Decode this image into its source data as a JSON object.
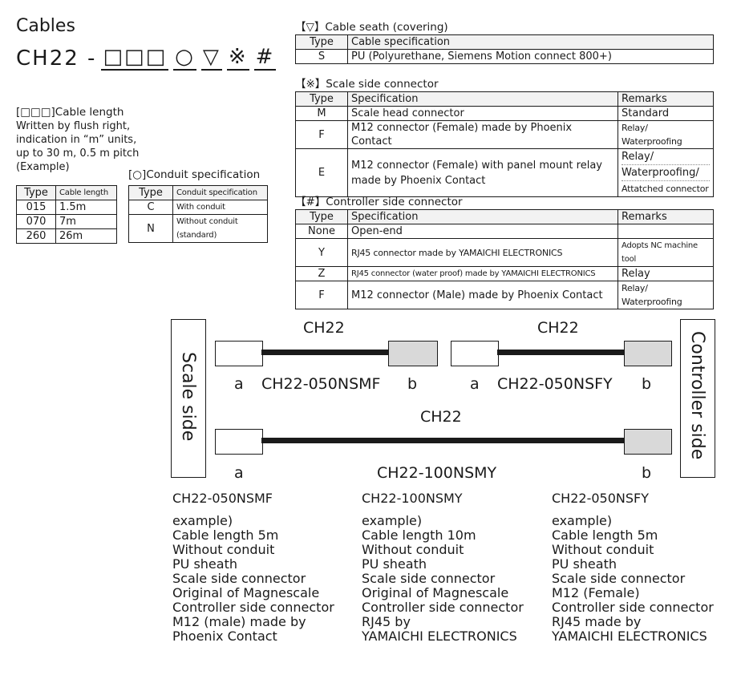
{
  "header": {
    "title": "Cables",
    "code_prefix": "CH22 -",
    "code_slots": [
      "□□□",
      "○",
      "▽",
      "※",
      "#"
    ]
  },
  "length_note": {
    "heading": "[□□□]Cable length",
    "lines": [
      "Written by flush right,",
      "indication in “m” units,",
      "up to 30 m, 0.5 m pitch",
      "(Example)"
    ]
  },
  "length_table": {
    "headers": [
      "Type",
      "Cable length"
    ],
    "rows": [
      [
        "015",
        "1.5m"
      ],
      [
        "070",
        "7m"
      ],
      [
        "260",
        "26m"
      ]
    ]
  },
  "conduit": {
    "heading": "[○]Conduit specification",
    "headers": [
      "Type",
      "Conduit specification"
    ],
    "rows": [
      [
        "C",
        "With conduit"
      ],
      [
        "N",
        "Without conduit (standard)"
      ]
    ]
  },
  "seath": {
    "heading": "【▽】Cable seath (covering)",
    "headers": [
      "Type",
      "Cable specification"
    ],
    "rows": [
      [
        "S",
        "PU (Polyurethane, Siemens Motion connect 800+)"
      ]
    ]
  },
  "scale_connector": {
    "heading": "【※】Scale side connector",
    "headers": [
      "Type",
      "Specification",
      "Remarks"
    ],
    "rows": [
      {
        "type": "M",
        "spec": "Scale head connector",
        "remarks": [
          "Standard"
        ]
      },
      {
        "type": "F",
        "spec": "M12 connector (Female) made by Phoenix Contact",
        "remarks": [
          "Relay/ Waterproofing"
        ]
      },
      {
        "type": "E",
        "spec": "M12 connector (Female) with panel mount relay made by Phoenix Contact",
        "remarks": [
          "Relay/",
          "Waterproofing/",
          "Attatched connector"
        ]
      }
    ]
  },
  "controller_connector": {
    "heading": "【#】Controller side connector",
    "headers": [
      "Type",
      "Specification",
      "Remarks"
    ],
    "rows": [
      {
        "type": "None",
        "spec": "Open-end",
        "remarks": ""
      },
      {
        "type": "Y",
        "spec": "RJ45 connector made by YAMAICHI ELECTRONICS",
        "remarks": "Adopts NC machine tool"
      },
      {
        "type": "Z",
        "spec": "RJ45 connector (water proof) made by YAMAICHI ELECTRONICS",
        "remarks": "Relay"
      },
      {
        "type": "F",
        "spec": "M12 connector (Male) made by Phoenix Contact",
        "remarks": "Relay/ Waterproofing"
      }
    ]
  },
  "diagram": {
    "scale_side": "Scale side",
    "controller_side": "Controller side",
    "cable1": {
      "top": "CH22",
      "left": "a",
      "name": "CH22-050NSMF",
      "right": "b"
    },
    "cable2": {
      "top": "CH22",
      "left": "a",
      "name": "CH22-050NSFY",
      "right": "b"
    },
    "cable3": {
      "top": "CH22",
      "left": "a",
      "name": "CH22-100NSMY",
      "right": "b"
    }
  },
  "examples": [
    {
      "title": "CH22-050NSMF",
      "lines": [
        "example)",
        "Cable length 5m",
        "Without conduit",
        "PU sheath",
        "Scale side connector",
        "Original of Magnescale",
        "Controller side connector",
        "M12 (male) made by",
        "Phoenix Contact"
      ]
    },
    {
      "title": "CH22-100NSMY",
      "lines": [
        "example)",
        "Cable length 10m",
        "Without conduit",
        "PU sheath",
        "Scale side connector",
        "Original of Magnescale",
        "Controller side connector",
        "RJ45 by",
        "YAMAICHI ELECTRONICS"
      ]
    },
    {
      "title": "CH22-050NSFY",
      "lines": [
        "example)",
        "Cable length 5m",
        "Without conduit",
        "PU sheath",
        "Scale side connector",
        "M12 (Female)",
        "Controller side connector",
        "RJ45 made by",
        "YAMAICHI ELECTRONICS"
      ]
    }
  ]
}
